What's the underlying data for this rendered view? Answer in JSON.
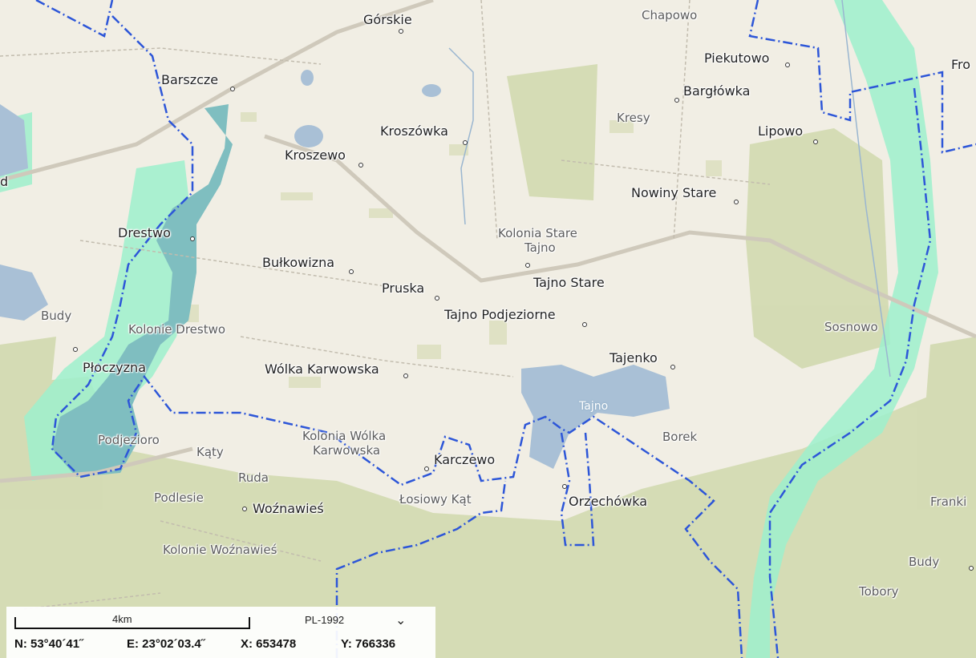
{
  "map": {
    "places": {
      "gorskie": "Górskie",
      "chapowo": "Chapowo",
      "piekutowo": "Piekutowo",
      "fro": "Fro",
      "barszcze": "Barszcze",
      "barglowka": "Bargłówka",
      "kresy": "Kresy",
      "lipowo": "Lipowo",
      "kroszowka": "Kroszówka",
      "kroszewo": "Kroszewo",
      "d_edge": "d",
      "nowiny_stare": "Nowiny Stare",
      "drestwo": "Drestwo",
      "kolonia_stare_tajno_1": "Kolonia Stare",
      "kolonia_stare_tajno_2": "Tajno",
      "bulkowizna": "Bułkowizna",
      "tajno_stare": "Tajno Stare",
      "pruska": "Pruska",
      "tajno_podjeziorne": "Tajno Podjeziorne",
      "budy_w": "Budy",
      "kolonie_drestwo": "Kolonie Drestwo",
      "sosnowo": "Sosnowo",
      "tajenko": "Tajenko",
      "ploczyzna": "Płoczyzna",
      "wolka_karwowska": "Wólka Karwowska",
      "tajno_lake": "Tajno",
      "kolonia_wolka_1": "Kolonia Wólka",
      "kolonia_wolka_2": "Karwowska",
      "borek": "Borek",
      "podjezioro": "Podjezioro",
      "katy": "Kąty",
      "karczewo": "Karczewo",
      "ruda": "Ruda",
      "podlesie": "Podlesie",
      "wozniawies": "Woźnawieś",
      "losiowy_kat": "Łosiowy Kąt",
      "orzechowka": "Orzechówka",
      "franki": "Franki",
      "kolonie_wozniawies": "Kolonie Woźnawieś",
      "budy_e": "Budy",
      "tobory": "Tobory"
    },
    "colors": {
      "background": "#f1eee4",
      "forest": "#d3dab2",
      "wetland": "#9ef0cc",
      "water": "#a9c0d6",
      "lake_teal": "#7fbec0",
      "boundary": "#2d56d8",
      "road": "#c9c4b8"
    }
  },
  "scale": {
    "label": "4km"
  },
  "crs": {
    "selected": "PL-1992",
    "icon": "chevron-down-icon"
  },
  "coordinates": {
    "n": "N: 53°40´41˝",
    "e": "E: 23°02´03.4˝",
    "x": "X: 653478",
    "y": "Y: 766336"
  }
}
